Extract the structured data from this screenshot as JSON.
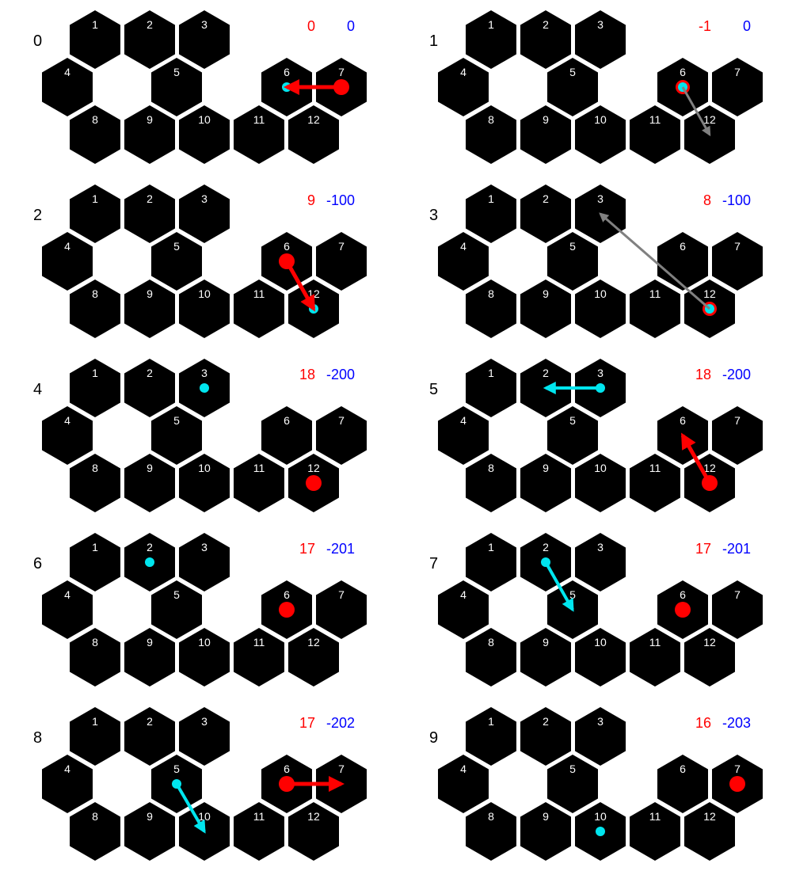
{
  "colors": {
    "hex_fill": "#000000",
    "hex_label": "#ffffff",
    "red_agent": "#ff0000",
    "blue_agent": "#00e5ee",
    "red_score": "#ff0000",
    "blue_score": "#0000ff",
    "neutral_arrow": "#808080",
    "background": "#ffffff"
  },
  "hex_labels": [
    "1",
    "2",
    "3",
    "4",
    "5",
    "6",
    "7",
    "8",
    "9",
    "10",
    "11",
    "12"
  ],
  "panels": [
    {
      "index": "0",
      "red_score": "0",
      "blue_score": "0",
      "red_agent": "7",
      "blue_agent": "6",
      "arrows": [
        {
          "from": "7",
          "to": "6",
          "color": "red"
        }
      ]
    },
    {
      "index": "1",
      "red_score": "-1",
      "blue_score": "0",
      "red_agent": "6",
      "blue_agent": "6",
      "arrows": [
        {
          "from": "6",
          "to": "12",
          "color": "gray"
        }
      ]
    },
    {
      "index": "2",
      "red_score": "9",
      "blue_score": "-100",
      "red_agent": "6",
      "blue_agent": "12",
      "arrows": [
        {
          "from": "6",
          "to": "12",
          "color": "red"
        }
      ]
    },
    {
      "index": "3",
      "red_score": "8",
      "blue_score": "-100",
      "red_agent": "12",
      "blue_agent": "12",
      "arrows": [
        {
          "from": "12",
          "to": "3",
          "color": "gray"
        }
      ]
    },
    {
      "index": "4",
      "red_score": "18",
      "blue_score": "-200",
      "red_agent": "12",
      "blue_agent": "3",
      "arrows": []
    },
    {
      "index": "5",
      "red_score": "18",
      "blue_score": "-200",
      "red_agent": "12",
      "blue_agent": "3",
      "arrows": [
        {
          "from": "3",
          "to": "2",
          "color": "blue"
        },
        {
          "from": "12",
          "to": "6",
          "color": "red"
        }
      ]
    },
    {
      "index": "6",
      "red_score": "17",
      "blue_score": "-201",
      "red_agent": "6",
      "blue_agent": "2",
      "arrows": []
    },
    {
      "index": "7",
      "red_score": "17",
      "blue_score": "-201",
      "red_agent": "6",
      "blue_agent": "2",
      "arrows": [
        {
          "from": "2",
          "to": "5",
          "color": "blue"
        }
      ]
    },
    {
      "index": "8",
      "red_score": "17",
      "blue_score": "-202",
      "red_agent": "6",
      "blue_agent": "5",
      "arrows": [
        {
          "from": "5",
          "to": "10",
          "color": "blue"
        },
        {
          "from": "6",
          "to": "7",
          "color": "red"
        }
      ]
    },
    {
      "index": "9",
      "red_score": "16",
      "blue_score": "-203",
      "red_agent": "7",
      "blue_agent": "10",
      "arrows": []
    }
  ]
}
